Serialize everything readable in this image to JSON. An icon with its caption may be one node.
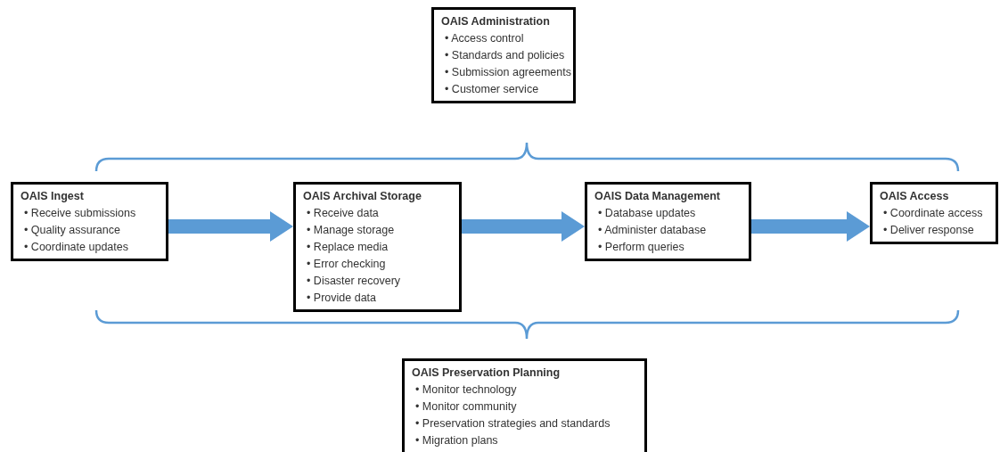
{
  "diagram": {
    "nodes": [
      {
        "text": [
          "OAIS Administration",
          "• Access control",
          "• Standards and policies",
          "• Submission agreements",
          "• Customer service"
        ]
      },
      {
        "text": [
          "OAIS Ingest",
          "• Receive submissions",
          "• Quality assurance",
          "• Coordinate updates"
        ]
      },
      {
        "text": [
          "OAIS Archival Storage",
          "• Receive data",
          "• Manage storage",
          "• Replace media",
          "• Error checking",
          "• Disaster recovery",
          "• Provide data"
        ]
      },
      {
        "text": [
          "OAIS Data Management",
          "• Database updates",
          "• Administer database",
          "• Perform queries"
        ]
      },
      {
        "text": [
          "OAIS Access",
          "• Coordinate access",
          "• Deliver response"
        ]
      },
      {
        "text": [
          "OAIS Preservation Planning",
          "• Monitor technology",
          "• Monitor community",
          "• Preservation strategies and standards",
          "• Migration plans"
        ]
      }
    ],
    "edges": [
      {
        "from": 1,
        "to": 2,
        "arrow": "to"
      },
      {
        "from": 2,
        "to": 3,
        "arrow": "to"
      },
      {
        "from": 3,
        "to": 4,
        "arrow": "to"
      }
    ]
  }
}
